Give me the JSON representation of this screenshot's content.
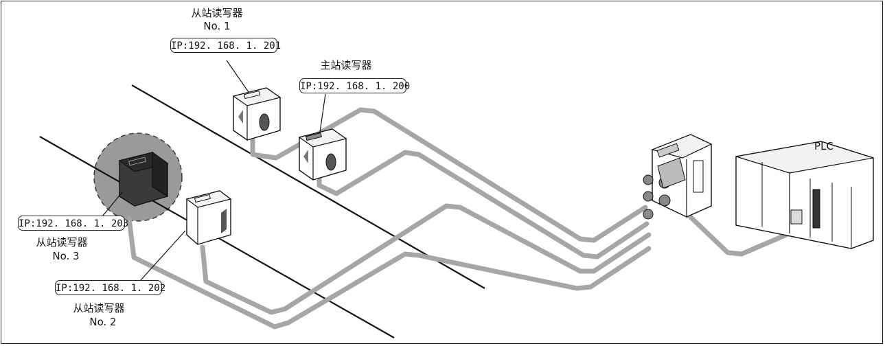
{
  "readers": [
    {
      "id": "slave1",
      "role": "从站读写器",
      "no": "No. 1",
      "ip": "IP:192. 168. 1. 201"
    },
    {
      "id": "master",
      "role": "主站读写器",
      "ip": "IP:192. 168. 1. 200"
    },
    {
      "id": "slave3",
      "role": "从站读写器",
      "no": "No. 3",
      "ip": "IP:192. 168. 1. 203"
    },
    {
      "id": "slave2",
      "role": "从站读写器",
      "no": "No. 2",
      "ip": "IP:192. 168. 1. 202"
    }
  ],
  "plc": {
    "label": "PLC"
  },
  "colors": {
    "cable": "#a6a6a6",
    "line": "#111111",
    "highlight": "#9a9a9a",
    "device_dark": "#3a3a3a"
  }
}
